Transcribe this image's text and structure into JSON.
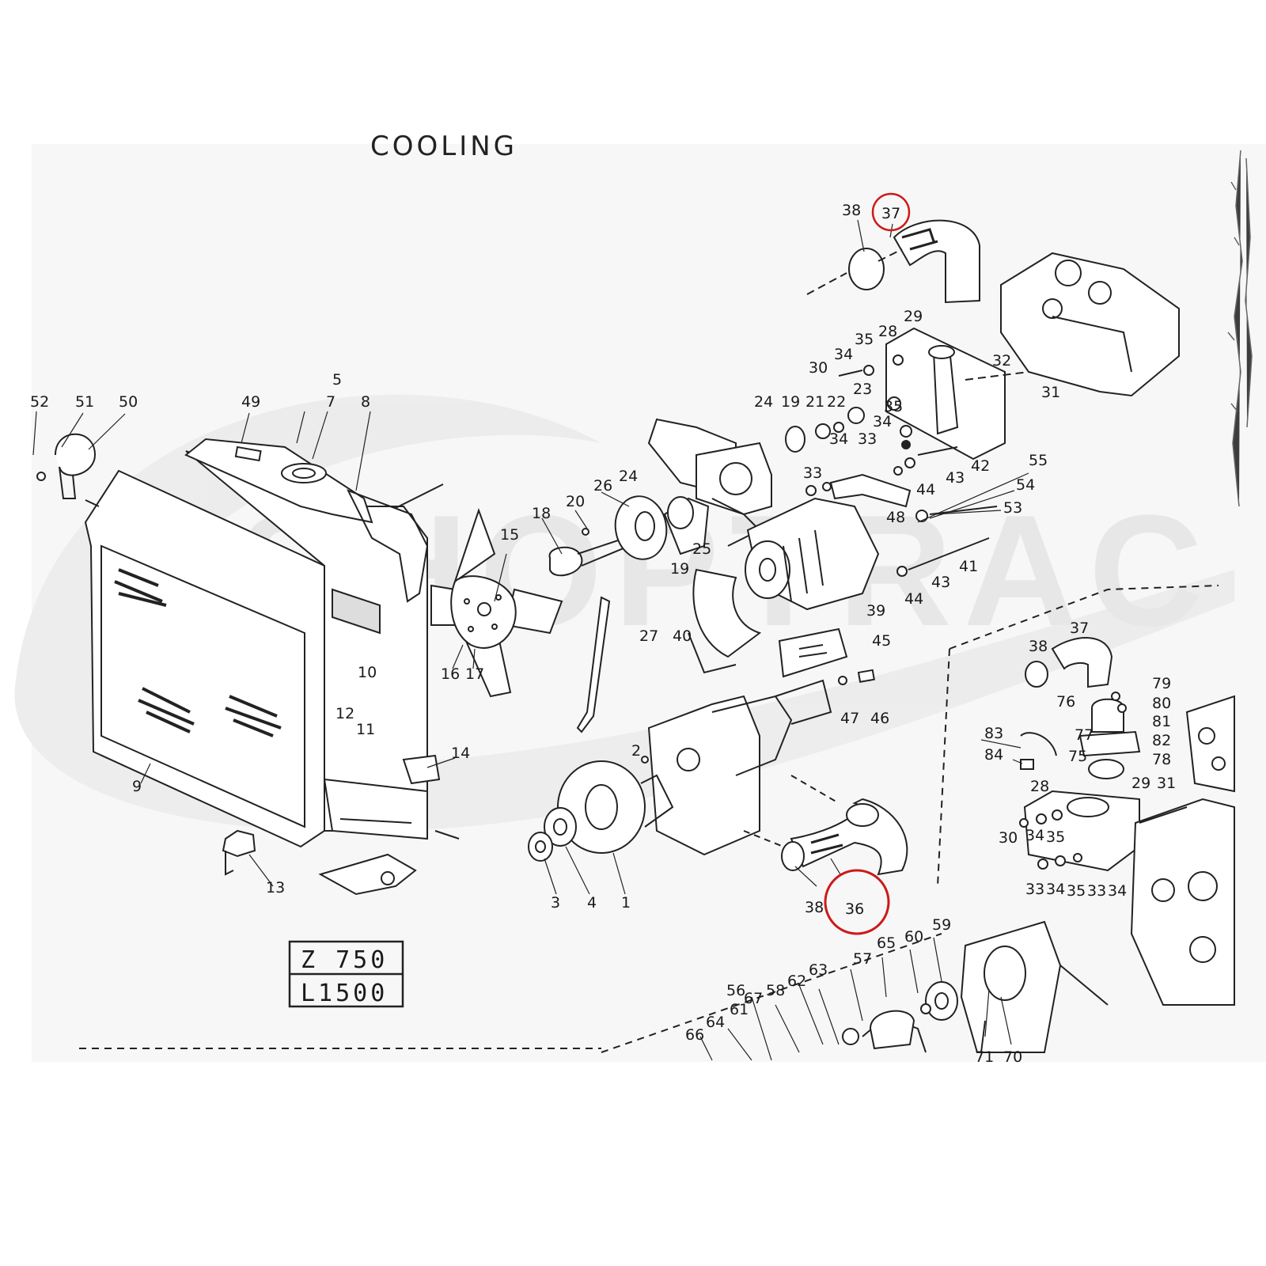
{
  "title_fragment": "COOLING",
  "watermark": "SHOPTRAC",
  "model_box": {
    "line1": "Z 750",
    "line2": "L1500"
  },
  "highlight_color": "#cc1a1a",
  "highlighted_parts": [
    "37",
    "36"
  ],
  "callouts": {
    "c52": "52",
    "c51": "51",
    "c50": "50",
    "c49": "49",
    "c5": "5",
    "c7": "7",
    "c8": "8",
    "c9": "9",
    "c10": "10",
    "c11": "11",
    "c12": "12",
    "c13": "13",
    "c14": "14",
    "c15": "15",
    "c16": "16",
    "c17": "17",
    "c18": "18",
    "c20": "20",
    "c26": "26",
    "c24a": "24",
    "c19a": "19",
    "c25": "25",
    "c27": "27",
    "c40": "40",
    "c24b": "24",
    "c19b": "19",
    "c21": "21",
    "c22": "22",
    "c23": "23",
    "c30a": "30",
    "c34a": "34",
    "c35a": "35",
    "c28a": "28",
    "c29a": "29",
    "c32": "32",
    "c31a": "31",
    "c35b": "35",
    "c34b": "34",
    "c33a": "33",
    "c33b": "33",
    "c43a": "43",
    "c42": "42",
    "c44a": "44",
    "c55": "55",
    "c54": "54",
    "c48": "48",
    "c53": "53",
    "c41": "41",
    "c43b": "43",
    "c44b": "44",
    "c39": "39",
    "c45": "45",
    "c47": "47",
    "c46": "46",
    "c2": "2",
    "c3": "3",
    "c4": "4",
    "c1": "1",
    "c38a": "38",
    "c37a": "37",
    "c38b": "38",
    "c36": "36",
    "c37b": "37",
    "c38c": "38",
    "c79": "79",
    "c76": "76",
    "c80": "80",
    "c81": "81",
    "c83": "83",
    "c77": "77",
    "c82": "82",
    "c84": "84",
    "c75": "75",
    "c78": "78",
    "c28b": "28",
    "c29b": "29",
    "c31b": "31",
    "c30b": "30",
    "c34c": "34",
    "c35c": "35",
    "c33c": "33",
    "c34d": "34",
    "c35d": "35",
    "c33d": "33",
    "c34e": "34",
    "c59": "59",
    "c60": "60",
    "c65": "65",
    "c57": "57",
    "c63": "63",
    "c62": "62",
    "c58": "58",
    "c67": "67",
    "c56": "56",
    "c61": "61",
    "c64": "64",
    "c66": "66",
    "c71": "71",
    "c70": "70"
  }
}
